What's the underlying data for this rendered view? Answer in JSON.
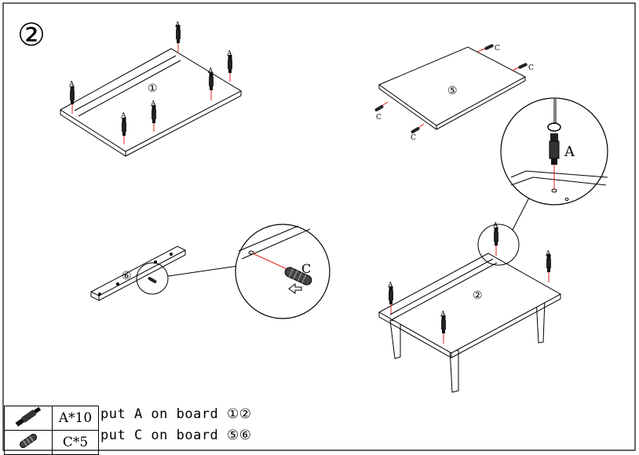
{
  "step_number": "②",
  "boards": {
    "board1": "①",
    "board2": "②",
    "board5": "⑤",
    "board6": "⑥"
  },
  "part_letters": {
    "a": "A",
    "c": "C"
  },
  "parts": [
    {
      "icon": "screw-bolt-icon",
      "qty": "A*10",
      "instruction": "put A on board ①②"
    },
    {
      "icon": "dowel-pin-icon",
      "qty": "C*5",
      "instruction": "put C on board ⑤⑥"
    }
  ],
  "colors": {
    "line": "#000000",
    "guide": "#e0201a"
  }
}
